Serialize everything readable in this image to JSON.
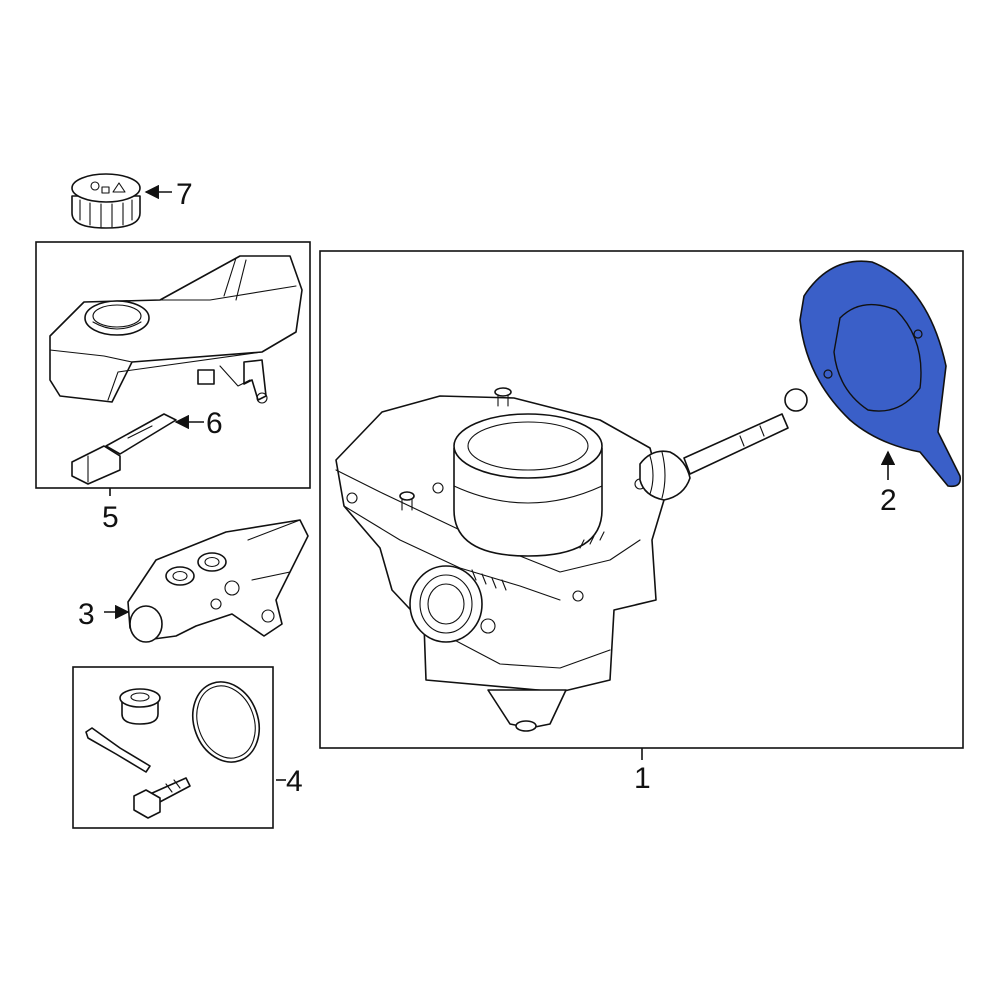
{
  "callouts": {
    "c1": "1",
    "c2": "2",
    "c3": "3",
    "c4": "4",
    "c5": "5",
    "c6": "6",
    "c7": "7"
  },
  "colors": {
    "highlight": "#3a5fc8",
    "line": "#111111",
    "background": "#ffffff"
  },
  "highlighted_part": "c2"
}
